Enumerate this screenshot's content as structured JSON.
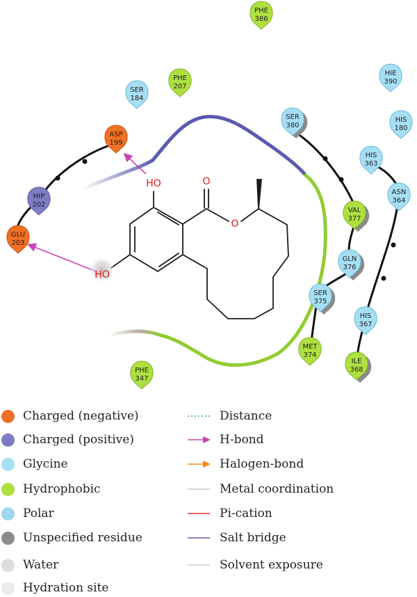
{
  "residues": [
    {
      "id": "asp199",
      "name": "ASP",
      "num": "199",
      "type": "negative"
    },
    {
      "id": "hip202",
      "name": "HIP",
      "num": "202",
      "type": "positive"
    },
    {
      "id": "glu203",
      "name": "GLU",
      "num": "203",
      "type": "negative"
    },
    {
      "id": "ser184",
      "name": "SER",
      "num": "184",
      "type": "polar"
    },
    {
      "id": "phe207",
      "name": "PHE",
      "num": "207",
      "type": "hydrophobic"
    },
    {
      "id": "phe386",
      "name": "PHE",
      "num": "386",
      "type": "hydrophobic"
    },
    {
      "id": "hie390",
      "name": "HIE",
      "num": "390",
      "type": "polar"
    },
    {
      "id": "his180",
      "name": "HIS",
      "num": "180",
      "type": "polar"
    },
    {
      "id": "ser380",
      "name": "SER",
      "num": "380",
      "type": "polar"
    },
    {
      "id": "his363",
      "name": "HIS",
      "num": "363",
      "type": "polar"
    },
    {
      "id": "asn364",
      "name": "ASN",
      "num": "364",
      "type": "polar"
    },
    {
      "id": "val377",
      "name": "VAL",
      "num": "377",
      "type": "hydrophobic"
    },
    {
      "id": "gln376",
      "name": "GLN",
      "num": "376",
      "type": "polar"
    },
    {
      "id": "ser375",
      "name": "SER",
      "num": "375",
      "type": "polar"
    },
    {
      "id": "his367",
      "name": "HIS",
      "num": "367",
      "type": "polar"
    },
    {
      "id": "met374",
      "name": "MET",
      "num": "374",
      "type": "hydrophobic"
    },
    {
      "id": "ile368",
      "name": "ILE",
      "num": "368",
      "type": "hydrophobic"
    },
    {
      "id": "phe347",
      "name": "PHE",
      "num": "347",
      "type": "hydrophobic"
    }
  ],
  "atoms": {
    "oh_top": "HO",
    "o_carbonyl": "O",
    "o_ring": "O",
    "oh_bottom": "HO"
  },
  "colors": {
    "negative": "#f07024",
    "positive": "#7e7cc4",
    "glycine": "#a6dff4",
    "hydrophobic": "#aee040",
    "polar": "#a6dff4",
    "unspecified": "#8c8c8c",
    "water": "#dcdcdc",
    "hydration": "#ececec",
    "pocket_blue": "#5a5ab0",
    "pocket_green": "#92cc33",
    "pocket_grey": "#b8a89a",
    "hbond": "#c844b4",
    "distance": "#2aa878",
    "halogen": "#f08a1c",
    "metal": "#c8c8c8",
    "pication": "#d83030",
    "saltbridge": "#7050b0",
    "solvent": "#cccccc"
  },
  "legend": {
    "left": [
      {
        "label": "Charged (negative)",
        "color": "#f07024",
        "icon": "charged-negative-dot"
      },
      {
        "label": "Charged (positive)",
        "color": "#7e7cc4",
        "icon": "charged-positive-dot"
      },
      {
        "label": "Glycine",
        "color": "#a6dff4",
        "icon": "glycine-dot"
      },
      {
        "label": "Hydrophobic",
        "color": "#aee040",
        "icon": "hydrophobic-dot"
      },
      {
        "label": "Polar",
        "color": "#9ed8f0",
        "icon": "polar-dot"
      },
      {
        "label": "Unspecified residue",
        "color": "#8c8c8c",
        "icon": "unspecified-residue-dot"
      },
      {
        "label": "Water",
        "color": "#dcdcdc",
        "icon": "water-dot"
      },
      {
        "label": "Hydration site",
        "color": "#ececec",
        "icon": "hydration-site-dot"
      }
    ],
    "right": [
      {
        "label": "Distance",
        "style": "dotted",
        "color": "#2aa878",
        "icon": "distance-line"
      },
      {
        "label": "H-bond",
        "style": "arrow",
        "color": "#c844b4",
        "icon": "h-bond-arrow"
      },
      {
        "label": "Halogen-bond",
        "style": "arrow",
        "color": "#f08a1c",
        "icon": "halogen-bond-arrow"
      },
      {
        "label": "Metal coordination",
        "style": "solid",
        "color": "#c8c8c8",
        "icon": "metal-coordination-line"
      },
      {
        "label": "Pi-cation",
        "style": "solid",
        "color": "#d83030",
        "icon": "pi-cation-line"
      },
      {
        "label": "Salt bridge",
        "style": "solid",
        "color": "#7050b0",
        "icon": "salt-bridge-line"
      },
      {
        "label": "Solvent exposure",
        "style": "solid",
        "color": "#cccccc",
        "icon": "solvent-exposure-line"
      }
    ]
  }
}
